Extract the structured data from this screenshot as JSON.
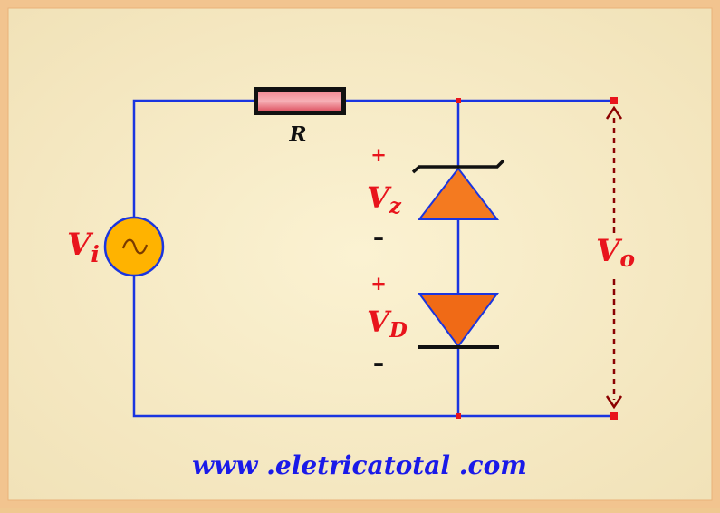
{
  "diagram": {
    "resistor_label": "R",
    "source_label": {
      "main": "V",
      "sub": "i"
    },
    "zener_voltage": {
      "main": "V",
      "sub": "z",
      "plus": "+",
      "minus": "–"
    },
    "diode_voltage": {
      "main": "V",
      "sub": "D",
      "plus": "+",
      "minus": "–"
    },
    "output_voltage": {
      "main": "V",
      "sub": "o"
    },
    "website": "www .eletricatotal .com"
  },
  "colors": {
    "frame": "#f2c48f",
    "panel": "#f5e7c0",
    "wire": "#1a35e0",
    "label_red": "#e8141c",
    "website_blue": "#1a1ae8",
    "resistor_fill": "#e86b78",
    "diode_fill": "#f47a20",
    "source_fill": "#ffb300",
    "output_arrow": "#8b0000",
    "node": "#e8141c"
  },
  "icons": {
    "source": "ac-sine-source-icon",
    "resistor": "resistor-icon",
    "zener": "zener-diode-icon",
    "diode": "diode-icon"
  }
}
